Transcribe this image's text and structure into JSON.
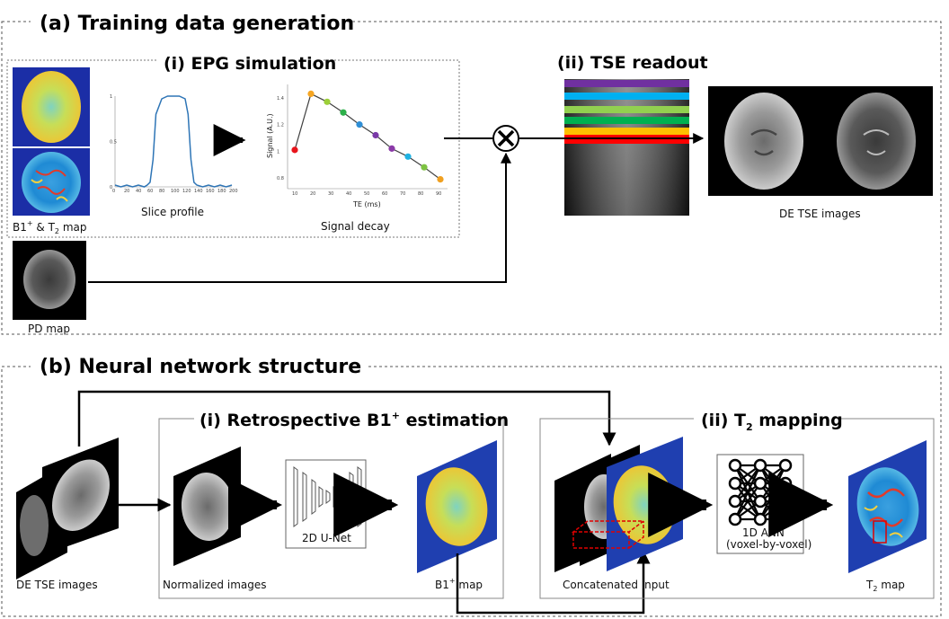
{
  "panel_a": {
    "title": "(a) Training data generation",
    "epg_title": "(i) EPG simulation",
    "tse_title": "(ii) TSE readout",
    "b1_t2_label_main": "B1",
    "b1_t2_label_sup": "+",
    "b1_t2_label_mid": " & T",
    "b1_t2_label_sub": "2",
    "b1_t2_label_end": " map",
    "slice_profile_label": "Slice profile",
    "signal_decay_label": "Signal decay",
    "signal_ylabel": "Signal (A.U.)",
    "signal_xlabel": "TE (ms)",
    "pd_map_label": "PD map",
    "de_tse_label": "DE TSE images"
  },
  "panel_b": {
    "title": "(b) Neural network structure",
    "retro_title_main": "(i) Retrospective B1",
    "retro_title_sup": "+",
    "retro_title_end": " estimation",
    "t2map_title_main": "(ii) T",
    "t2map_title_sub": "2",
    "t2map_title_end": " mapping",
    "de_tse_label": "DE TSE images",
    "normalized_label": "Normalized images",
    "unet_label": "2D U-Net",
    "b1_map_main": "B1",
    "b1_map_sup": "+",
    "b1_map_end": " map",
    "ann_label_1": "1D ANN",
    "ann_label_2": "(voxel-by-voxel)",
    "concat_label": "Concatenated input",
    "t2_label_main": "T",
    "t2_label_sub": "2",
    "t2_label_end": " map"
  },
  "chart_data": [
    {
      "type": "line",
      "title": "",
      "x": [
        0,
        10,
        20,
        30,
        40,
        50,
        55,
        60,
        65,
        70,
        80,
        90,
        100,
        110,
        120,
        125,
        130,
        135,
        140,
        150,
        160,
        170,
        180,
        190,
        200
      ],
      "y": [
        0.02,
        0.0,
        0.02,
        0.0,
        0.02,
        0.0,
        0.02,
        0.05,
        0.3,
        0.8,
        0.97,
        1.0,
        1.0,
        1.0,
        0.97,
        0.8,
        0.3,
        0.05,
        0.02,
        0.0,
        0.02,
        0.0,
        0.02,
        0.0,
        0.02
      ],
      "xticks": [
        "0",
        "20",
        "40",
        "60",
        "80",
        "100",
        "120",
        "140",
        "160",
        "180",
        "200"
      ],
      "yticks": [
        "0",
        "0.5",
        "1"
      ],
      "xlim": [
        0,
        200
      ],
      "ylim": [
        0,
        1
      ],
      "color": "#2e75b6"
    },
    {
      "type": "line",
      "title": "",
      "xlabel": "TE (ms)",
      "ylabel": "Signal (A.U.)",
      "x": [
        10,
        19,
        28,
        37,
        46,
        55,
        64,
        73,
        82,
        91
      ],
      "y": [
        1.01,
        1.43,
        1.37,
        1.29,
        1.2,
        1.12,
        1.02,
        0.96,
        0.88,
        0.79
      ],
      "point_colors": [
        "#e8141c",
        "#f6a623",
        "#9ccf38",
        "#2cb04a",
        "#2f8fd6",
        "#7a3aa8",
        "#8b3aa8",
        "#1fb2e2",
        "#7dc242",
        "#f0a020",
        "#e8141c"
      ],
      "xticks": [
        "10",
        "20",
        "30",
        "40",
        "50",
        "60",
        "70",
        "80",
        "90"
      ],
      "yticks": [
        "0.8",
        "1",
        "1.2",
        "1.4"
      ],
      "xlim": [
        6,
        95
      ],
      "ylim": [
        0.72,
        1.5
      ],
      "color": "#404040"
    }
  ],
  "colors": {
    "tse_bands": [
      "#7030a0",
      "#00b0f0",
      "#92d050",
      "#00b050",
      "#ffc000",
      "#ff0000"
    ],
    "b1_map_bg": "#1f3fb0",
    "b1_map_brain": "#e8d43a",
    "t2_map_brain": "#2a8fd8"
  }
}
